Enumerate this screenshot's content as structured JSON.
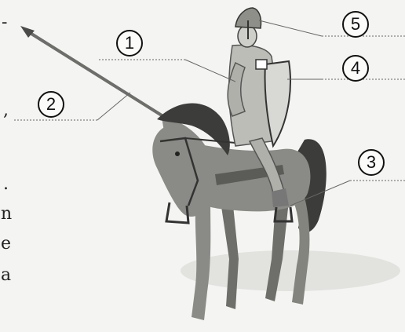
{
  "labels": [
    {
      "number": "1",
      "part": "chainmail-hauberk"
    },
    {
      "number": "2",
      "part": "lance"
    },
    {
      "number": "3",
      "part": "stirrup"
    },
    {
      "number": "4",
      "part": "shield"
    },
    {
      "number": "5",
      "part": "helmet"
    }
  ],
  "edge_text_fragments": [
    "-",
    ",",
    ".",
    "n",
    "e",
    "a"
  ],
  "colors": {
    "background": "#f4f4f2",
    "horse": "#8a8a86",
    "horse_shadow": "#5b5b58",
    "mane": "#3c3c3a",
    "mail": "#bdbdb8",
    "leader_line": "#666666"
  }
}
